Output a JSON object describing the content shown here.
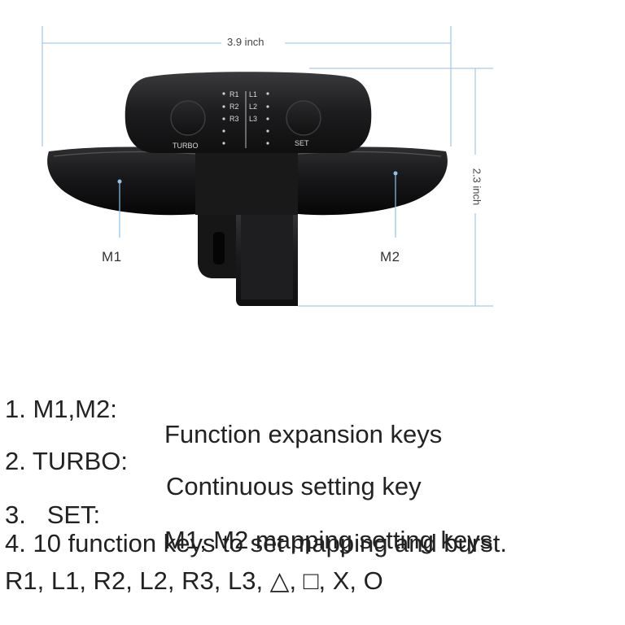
{
  "dimensions": {
    "width": "3.9 inch",
    "height": "2.3 inch"
  },
  "labels": {
    "m1": "M1",
    "m2": "M2"
  },
  "device": {
    "turbo": "TURBO",
    "set": "SET",
    "keys_right": [
      "R1",
      "R2",
      "R3"
    ],
    "keys_left": [
      "L1",
      "L2",
      "L3"
    ]
  },
  "features": [
    {
      "key": "1. M1,M2:",
      "desc": "Function expansion keys"
    },
    {
      "key": "2. TURBO:",
      "desc": "Continuous setting key"
    },
    {
      "key": "3.   SET:",
      "desc": "M1, M2 mapping setting keys"
    }
  ],
  "line4": "4. 10 function keys to set mapping and burst.",
  "line5": "R1, L1, R2, L2, R3, L3, △, □, X, O",
  "colors": {
    "dimension_line": "#a9cbe6",
    "device_body": "#1b1b1d",
    "accent_dot": "#8ec3ea"
  }
}
